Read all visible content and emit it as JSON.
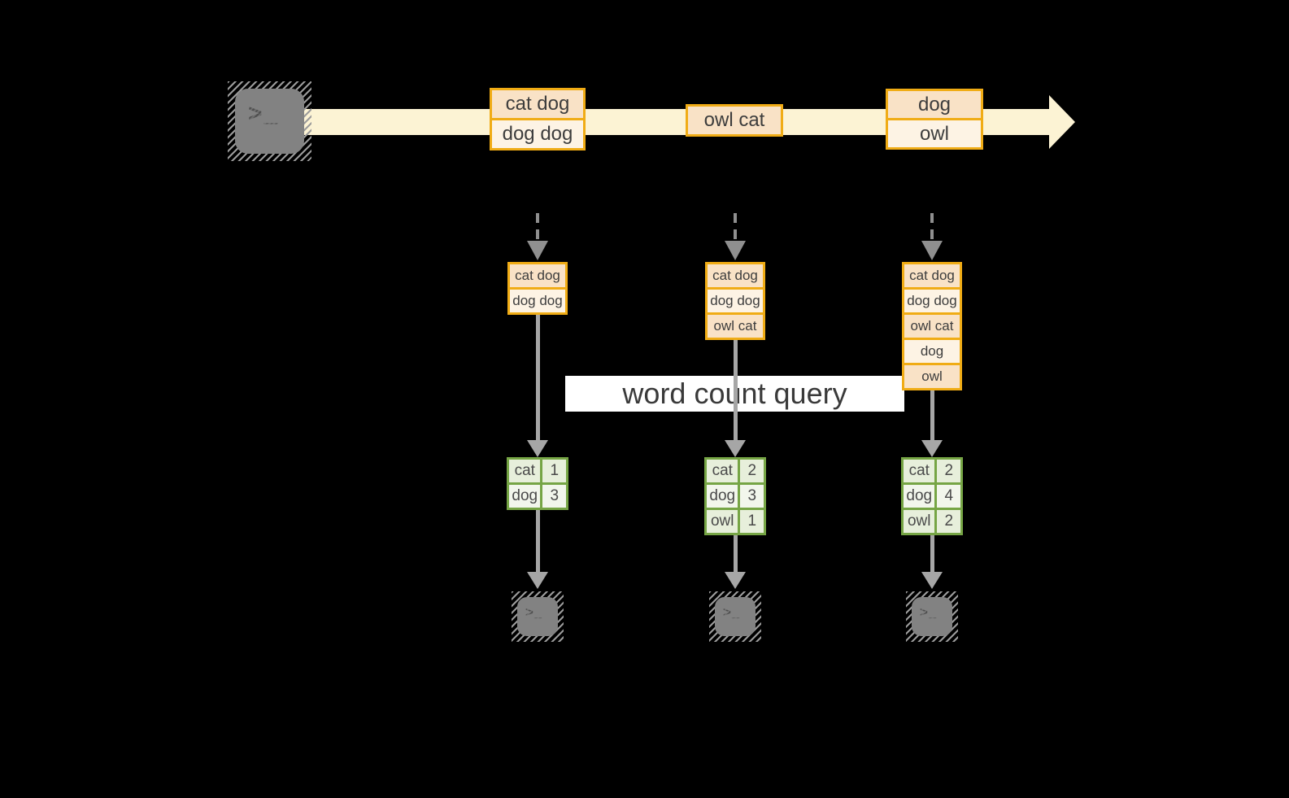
{
  "diagram": {
    "banner_label": "word count query",
    "terminal_glyph": ">_",
    "colors": {
      "background": "#000000",
      "timeline_band": "#fcf3d4",
      "orange_border": "#f0ac15",
      "peach_fill": "#f9e2c6",
      "cream_fill": "#fdf3e4",
      "green_border": "#76a545",
      "sage_fill": "#e7efdb",
      "mint_fill": "#f2f6ec",
      "arrow_gray": "#a6a6a6",
      "terminal_gray": "#828282",
      "banner_bg": "#ffffff",
      "text_dark": "#3d3d3d"
    },
    "timeline": {
      "events": [
        {
          "lines": [
            "cat dog",
            "dog dog"
          ]
        },
        {
          "lines": [
            "owl cat"
          ]
        },
        {
          "lines": [
            "dog",
            "owl"
          ]
        }
      ]
    },
    "columns": [
      {
        "input": [
          "cat dog",
          "dog dog"
        ],
        "result": [
          [
            "cat",
            "1"
          ],
          [
            "dog",
            "3"
          ]
        ]
      },
      {
        "input": [
          "cat dog",
          "dog dog",
          "owl cat"
        ],
        "result": [
          [
            "cat",
            "2"
          ],
          [
            "dog",
            "3"
          ],
          [
            "owl",
            "1"
          ]
        ]
      },
      {
        "input": [
          "cat dog",
          "dog dog",
          "owl cat",
          "dog",
          "owl"
        ],
        "result": [
          [
            "cat",
            "2"
          ],
          [
            "dog",
            "4"
          ],
          [
            "owl",
            "2"
          ]
        ]
      }
    ]
  }
}
